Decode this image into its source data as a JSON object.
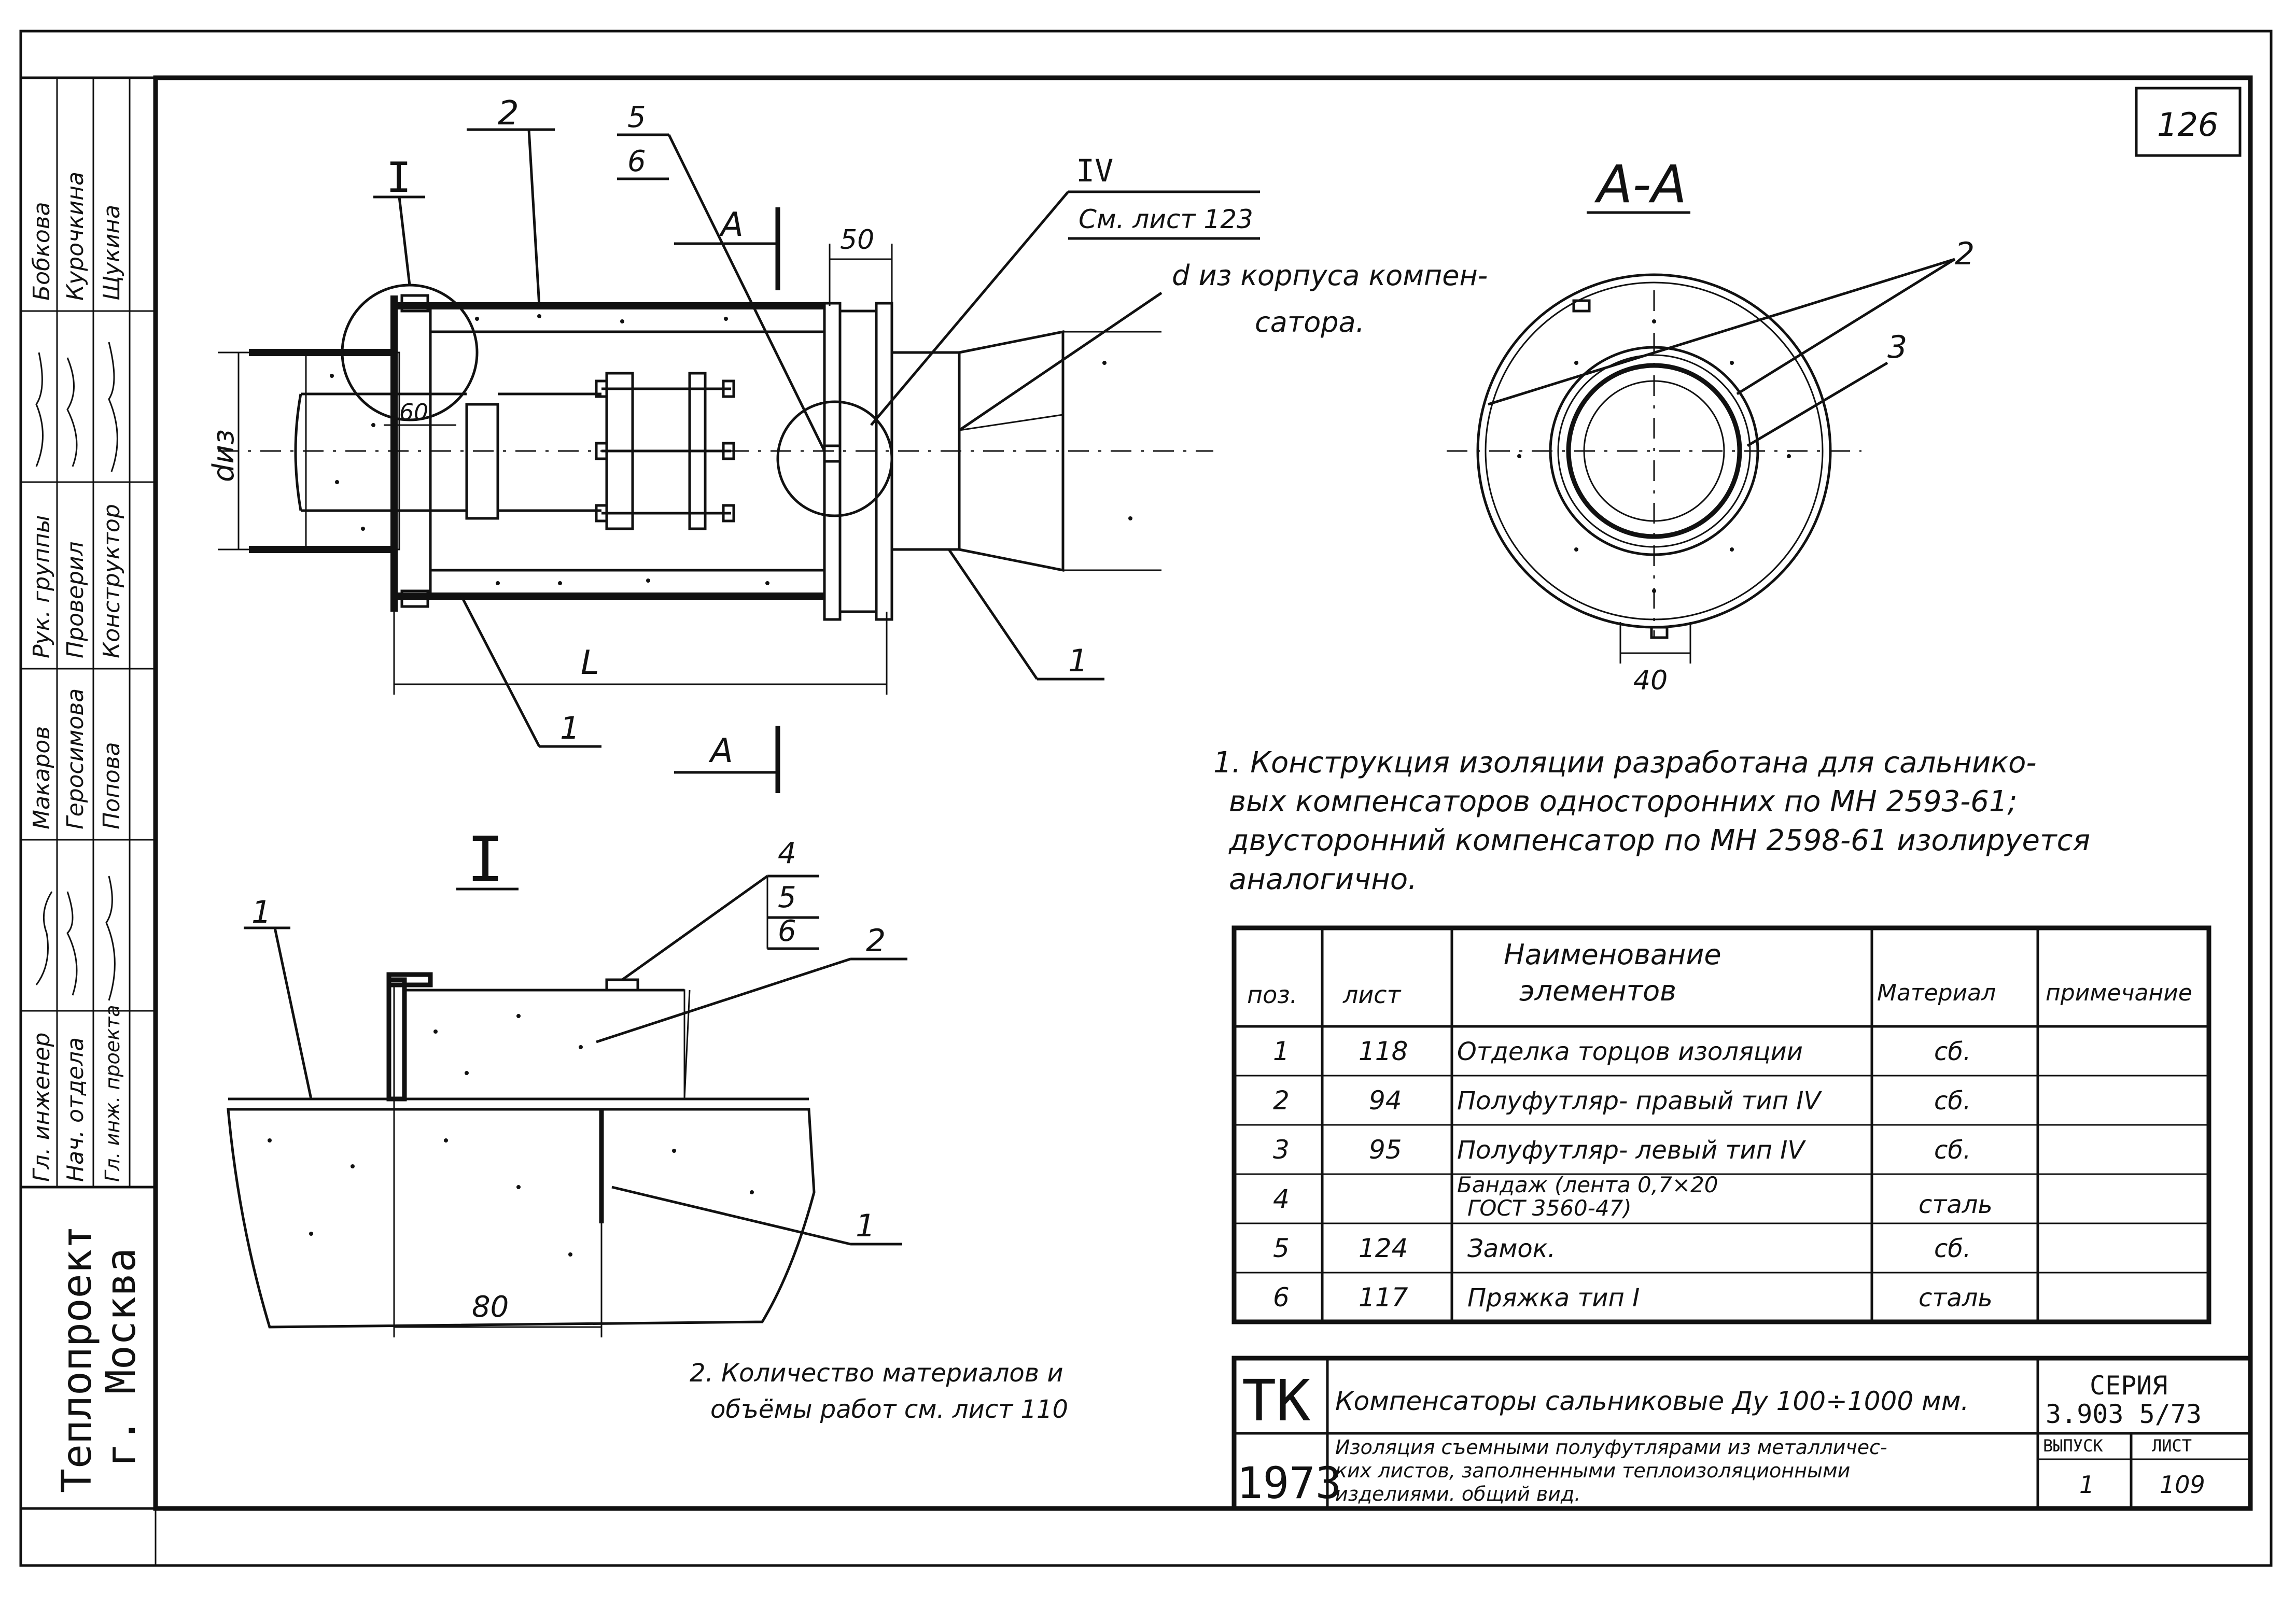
{
  "sheet_no": "126",
  "main_view": {
    "label_I": "I",
    "label_IV": "IV",
    "ref_IV": "См. лист 123",
    "callout_2": "2",
    "callout_5": "5",
    "callout_6": "6",
    "section_A_top": "A",
    "section_A_bottom": "A",
    "dim_50": "50",
    "dim_60": "60",
    "dim_diz": "dиз",
    "dim_L": "L",
    "callout_1_left": "1",
    "callout_1_right": "1",
    "note_d_line1": "d из корпуса компен-",
    "note_d_line2": "сатора."
  },
  "section_view": {
    "title": "А-А",
    "callout_2": "2",
    "callout_3": "3",
    "dim_40": "40"
  },
  "detail_view": {
    "title": "I",
    "callout_1_top": "1",
    "callout_1_bottom": "1",
    "callout_2": "2",
    "callout_4": "4",
    "callout_5": "5",
    "callout_6": "6",
    "dim_80": "80"
  },
  "notes": {
    "n1_line1": "1. Конструкция изоляции разработана для сальнико-",
    "n1_line2": "вых компенсаторов односторонних по МН 2593-61;",
    "n1_line3": "двусторонний компенсатор по МН 2598-61 изолируется",
    "n1_line4": "аналогично.",
    "n2_line1": "2. Количество материалов и",
    "n2_line2": "объёмы работ см. лист 110"
  },
  "spec_table": {
    "headers": {
      "pos": "поз.",
      "sheet": "лист",
      "name_line1": "Наименование",
      "name_line2": "элементов",
      "material": "Материал",
      "note": "примечание"
    },
    "rows": [
      {
        "pos": "1",
        "sheet": "118",
        "name": "Отделка торцов изоляции",
        "name2": "",
        "material": "сб."
      },
      {
        "pos": "2",
        "sheet": "94",
        "name": "Полуфутляр- правый тип IV",
        "name2": "",
        "material": "сб."
      },
      {
        "pos": "3",
        "sheet": "95",
        "name": "Полуфутляр- левый тип IV",
        "name2": "",
        "material": "сб."
      },
      {
        "pos": "4",
        "sheet": "",
        "name": "Бандаж (лента 0,7×20",
        "name2": "ГОСТ 3560-47)",
        "material": "сталь"
      },
      {
        "pos": "5",
        "sheet": "124",
        "name": "Замок.",
        "name2": "",
        "material": "сб."
      },
      {
        "pos": "6",
        "sheet": "117",
        "name": "Пряжка тип I",
        "name2": "",
        "material": "сталь"
      }
    ]
  },
  "title_block": {
    "org_line1": "Теплопроект",
    "org_line2": "г. Москва",
    "tk": "ТК",
    "year": "1973",
    "title_line1": "Компенсаторы сальниковые Ду 100÷1000 мм.",
    "title_line2": "Изоляция съемными полуфутлярами из металличес-",
    "title_line3": "ких листов, заполненными теплоизоляционными",
    "title_line4": "изделиями. общий вид.",
    "series_label": "СЕРИЯ",
    "series_value": "3.903 5/73",
    "issue_label": "ВЫПУСК",
    "issue_value": "1",
    "sheet_label": "ЛИСТ",
    "sheet_value": "109"
  },
  "signatures": {
    "roles": [
      "Гл. инженер",
      "Нач. отдела",
      "Гл. инж. проекта",
      "Рук. группы",
      "Проверил",
      "Конструктор"
    ],
    "names": [
      "Макаров",
      "Геросимова",
      "Попова",
      "Бобкова",
      "Курочкина",
      "Щукина"
    ]
  }
}
